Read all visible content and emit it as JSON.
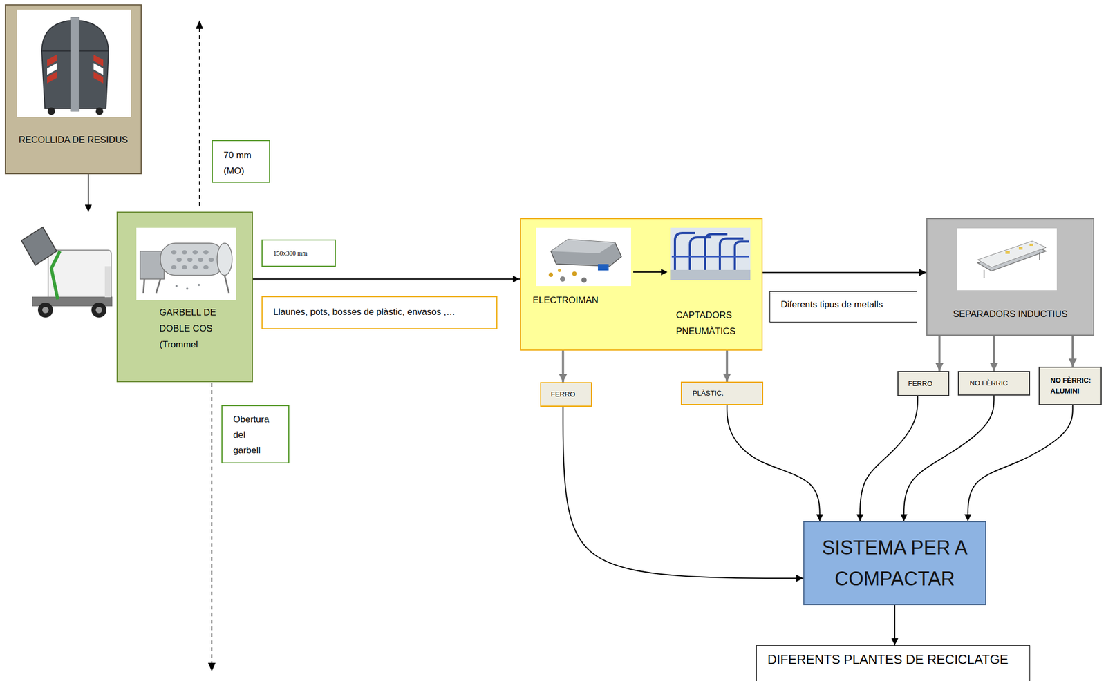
{
  "diagram": {
    "nodes": [
      {
        "text": [
          "RECOLLIDA DE RESIDUS"
        ]
      },
      {
        "text": [
          "70 mm (MO)"
        ]
      },
      {
        "text": [
          "GARBELL DE DOBLE COS (Trommel"
        ]
      },
      {
        "text": [
          "150x300 mm"
        ]
      },
      {
        "text": [
          "Llaunes, pots, bosses de plàstic, envasos ,…"
        ]
      },
      {
        "text": [
          "Obertura del garbell"
        ]
      },
      {
        "text": [
          "ELECTROIMAN",
          "CAPTADORS PNEUMÀTICS"
        ]
      },
      {
        "text": [
          "Diferents tipus de metalls"
        ]
      },
      {
        "text": [
          "SEPARADORS INDUCTIUS"
        ]
      },
      {
        "text": [
          "FERRO"
        ]
      },
      {
        "text": [
          "PLÀSTIC,"
        ]
      },
      {
        "text": [
          "FERRO"
        ]
      },
      {
        "text": [
          "NO FÈRRIC"
        ]
      },
      {
        "text": [
          "NO FÈRRIC: ALUMINI"
        ]
      },
      {
        "text": [
          "SISTEMA PER A COMPACTAR"
        ]
      },
      {
        "text": [
          "DIFERENTS PLANTES DE RECICLATGE"
        ]
      }
    ],
    "edges": [
      {
        "from": 0,
        "to": 2,
        "arrow": "to"
      },
      {
        "from": 2,
        "to": 6,
        "arrow": "to"
      },
      {
        "from": 6,
        "to": 9,
        "arrow": "to"
      },
      {
        "from": 6,
        "to": 10,
        "arrow": "to"
      },
      {
        "from": 6,
        "to": 8,
        "arrow": "to"
      },
      {
        "from": 8,
        "to": 11,
        "arrow": "to"
      },
      {
        "from": 8,
        "to": 12,
        "arrow": "to"
      },
      {
        "from": 8,
        "to": 13,
        "arrow": "to"
      },
      {
        "from": 9,
        "to": 14,
        "arrow": "to"
      },
      {
        "from": 10,
        "to": 14,
        "arrow": "to"
      },
      {
        "from": 11,
        "to": 14,
        "arrow": "to"
      },
      {
        "from": 12,
        "to": 14,
        "arrow": "to"
      },
      {
        "from": 13,
        "to": 14,
        "arrow": "to"
      },
      {
        "from": 14,
        "to": 15,
        "arrow": "to"
      }
    ]
  }
}
